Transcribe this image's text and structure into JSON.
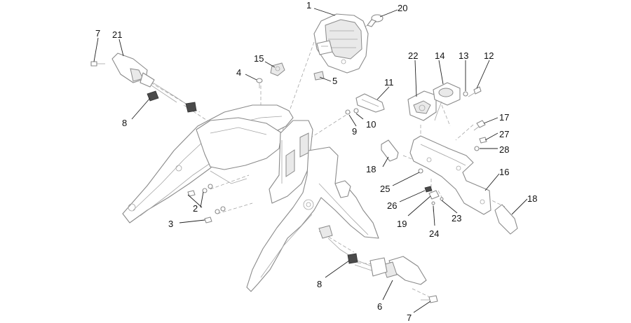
{
  "callouts": [
    {
      "id": "c1",
      "text": "1"
    },
    {
      "id": "c20",
      "text": "20"
    },
    {
      "id": "c7a",
      "text": "7"
    },
    {
      "id": "c21",
      "text": "21"
    },
    {
      "id": "c15",
      "text": "15"
    },
    {
      "id": "c4",
      "text": "4"
    },
    {
      "id": "c5",
      "text": "5"
    },
    {
      "id": "c22",
      "text": "22"
    },
    {
      "id": "c14",
      "text": "14"
    },
    {
      "id": "c13",
      "text": "13"
    },
    {
      "id": "c12",
      "text": "12"
    },
    {
      "id": "c11",
      "text": "11"
    },
    {
      "id": "c8a",
      "text": "8"
    },
    {
      "id": "c9",
      "text": "9"
    },
    {
      "id": "c10",
      "text": "10"
    },
    {
      "id": "c17",
      "text": "17"
    },
    {
      "id": "c27",
      "text": "27"
    },
    {
      "id": "c28",
      "text": "28"
    },
    {
      "id": "c18a",
      "text": "18"
    },
    {
      "id": "c16",
      "text": "16"
    },
    {
      "id": "c25",
      "text": "25"
    },
    {
      "id": "c18b",
      "text": "18"
    },
    {
      "id": "c26",
      "text": "26"
    },
    {
      "id": "c2",
      "text": "2"
    },
    {
      "id": "c3",
      "text": "3"
    },
    {
      "id": "c23",
      "text": "23"
    },
    {
      "id": "c19",
      "text": "19"
    },
    {
      "id": "c24",
      "text": "24"
    },
    {
      "id": "c8b",
      "text": "8"
    },
    {
      "id": "c6",
      "text": "6"
    },
    {
      "id": "c7b",
      "text": "7"
    }
  ]
}
